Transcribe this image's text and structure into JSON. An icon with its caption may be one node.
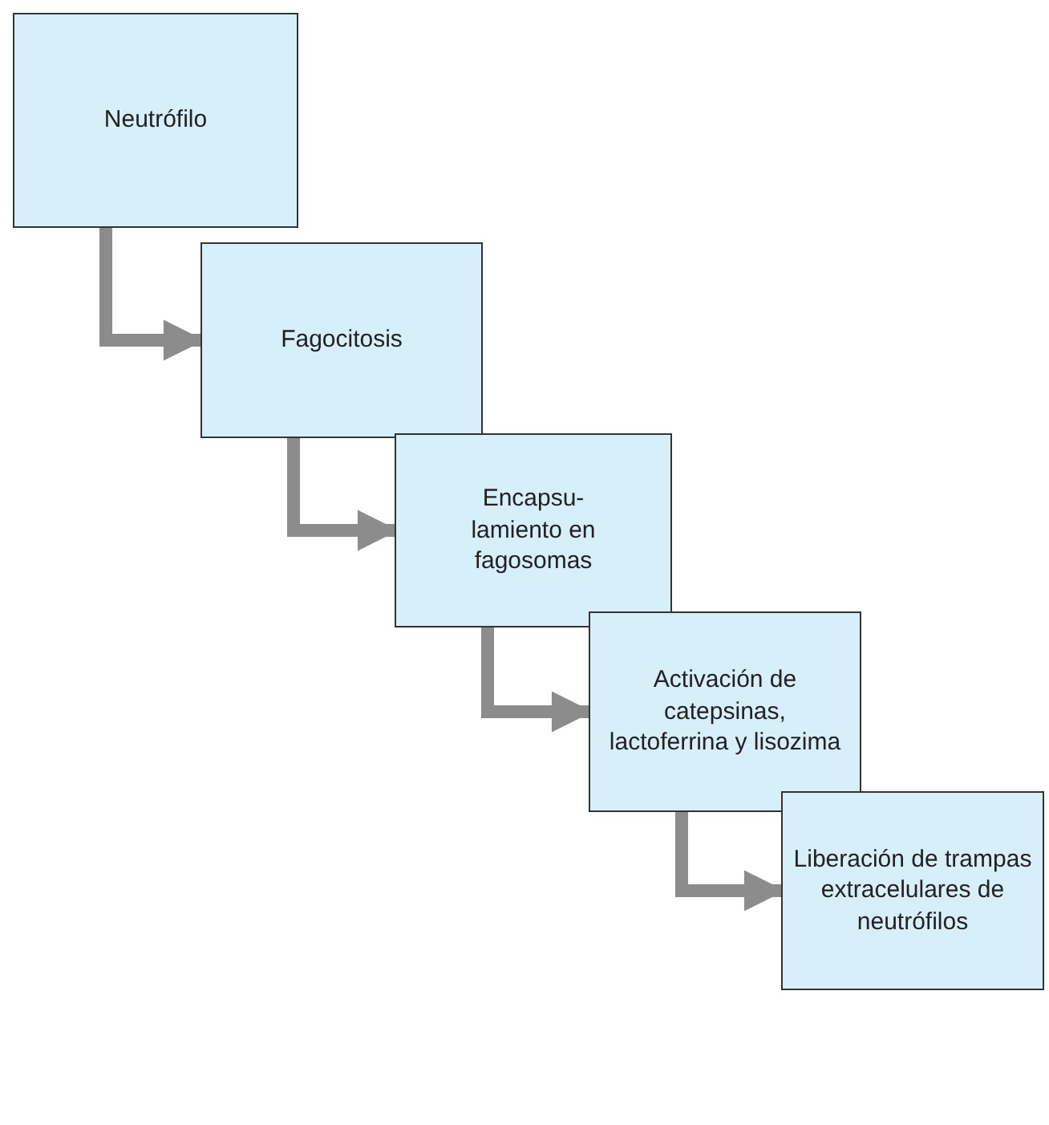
{
  "diagram": {
    "nodes": [
      {
        "text": [
          "Neutrófilo"
        ]
      },
      {
        "text": [
          "Fagocitosis"
        ]
      },
      {
        "text": [
          "Encapsu- lamiento en fagosomas"
        ]
      },
      {
        "text": [
          "Activación de catepsinas, lactoferrina y lisozima"
        ]
      },
      {
        "text": [
          "Liberación de trampas extracelulares de neutrófilos"
        ]
      }
    ],
    "edges": [
      {
        "from": 0,
        "to": 1,
        "arrow": "to"
      },
      {
        "from": 1,
        "to": 2,
        "arrow": "to"
      },
      {
        "from": 2,
        "to": 3,
        "arrow": "to"
      },
      {
        "from": 3,
        "to": 4,
        "arrow": "to"
      }
    ]
  }
}
